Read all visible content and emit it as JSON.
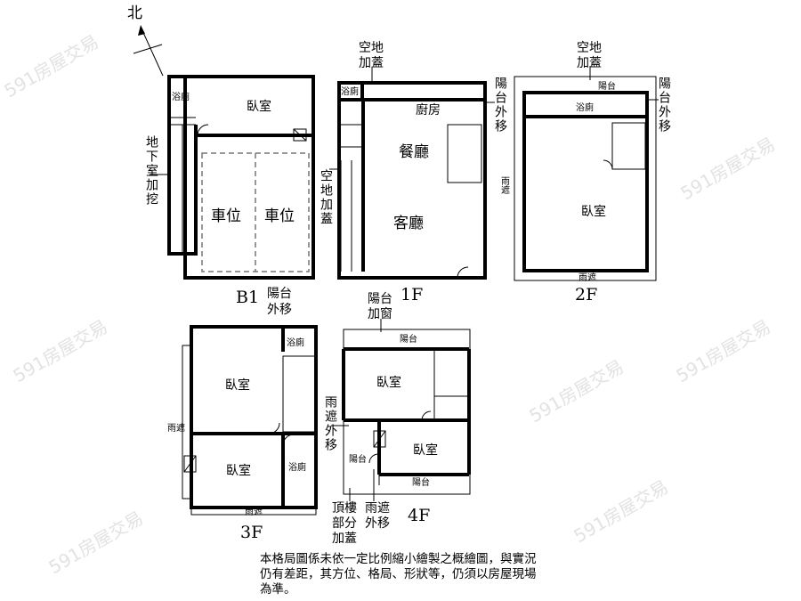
{
  "north": "北",
  "watermark": "591房屋交易",
  "b1": {
    "floor": "B1",
    "bath": "浴廁",
    "bedroom": "臥室",
    "parking1": "車位",
    "parking2": "車位",
    "side_note": "地下室加挖",
    "balcony_note_1": "陽台",
    "balcony_note_2": "外移"
  },
  "f1": {
    "floor": "1F",
    "bath": "浴廁",
    "kitchen": "廚房",
    "dining": "餐廳",
    "living": "客廳",
    "top_note_1": "空地",
    "top_note_2": "加蓋",
    "right_note": "陽台外移",
    "left_note": "空地加蓋"
  },
  "f2": {
    "floor": "2F",
    "balcony": "陽台",
    "bath": "浴廁",
    "bedroom": "臥室",
    "left_rain": "雨遮",
    "bottom_rain": "雨遮",
    "top_note_1": "空地",
    "top_note_2": "加蓋",
    "right_note": "陽台外移"
  },
  "f3": {
    "floor": "3F",
    "bath_top": "浴廁",
    "bedroom1": "臥室",
    "bedroom2": "臥室",
    "bath_bottom": "浴廁",
    "left_rain": "雨遮",
    "bottom_rain": "雨遮"
  },
  "f4": {
    "floor": "4F",
    "balcony_top": "陽台",
    "bedroom1": "臥室",
    "bedroom2": "臥室",
    "balcony_small": "陽台",
    "balcony_bottom": "陽台",
    "top_note_1": "陽台",
    "top_note_2": "加窗",
    "left_note": "雨遮外移",
    "roof_note": [
      "頂樓",
      "部分",
      "加蓋"
    ],
    "rain_note": [
      "雨遮",
      "外移"
    ]
  },
  "disclaimer": "本格局圖係未依一定比例縮小繪製之概繪圖，與實況仍有差距，其方位、格局、形狀等，仍須以房屋現場為準。"
}
